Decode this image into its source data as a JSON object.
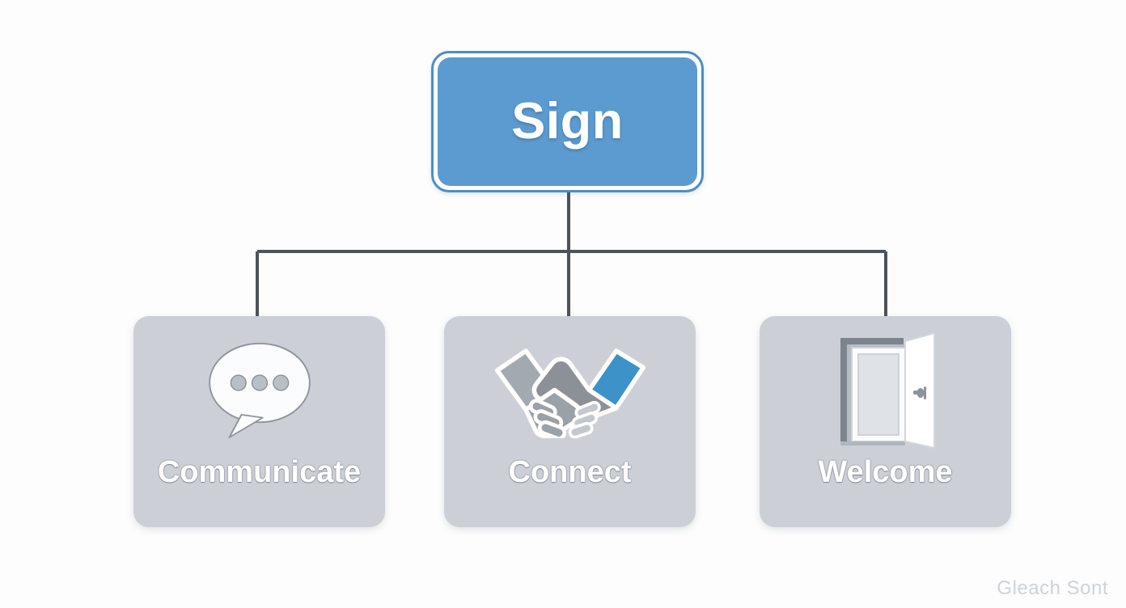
{
  "diagram": {
    "type": "org-chart",
    "background_color": "#fdfdfd",
    "connector_color": "#4d5358",
    "root": {
      "label": "Sign",
      "fill_color": "#5b9bd0",
      "border_color": "#4a8fc4",
      "text_color": "#ffffff"
    },
    "children": [
      {
        "label": "Communicate",
        "icon": "speech-bubble-icon",
        "card_color": "#ccd0d6",
        "text_color": "#ffffff"
      },
      {
        "label": "Connect",
        "icon": "handshake-icon",
        "card_color": "#ccd0d6",
        "text_color": "#ffffff",
        "accent_color": "#3d92c8"
      },
      {
        "label": "Welcome",
        "icon": "open-door-icon",
        "card_color": "#ccd0d6",
        "text_color": "#ffffff"
      }
    ]
  },
  "watermark": {
    "text": "Gleach Sont",
    "color": "#cfd3d8"
  }
}
